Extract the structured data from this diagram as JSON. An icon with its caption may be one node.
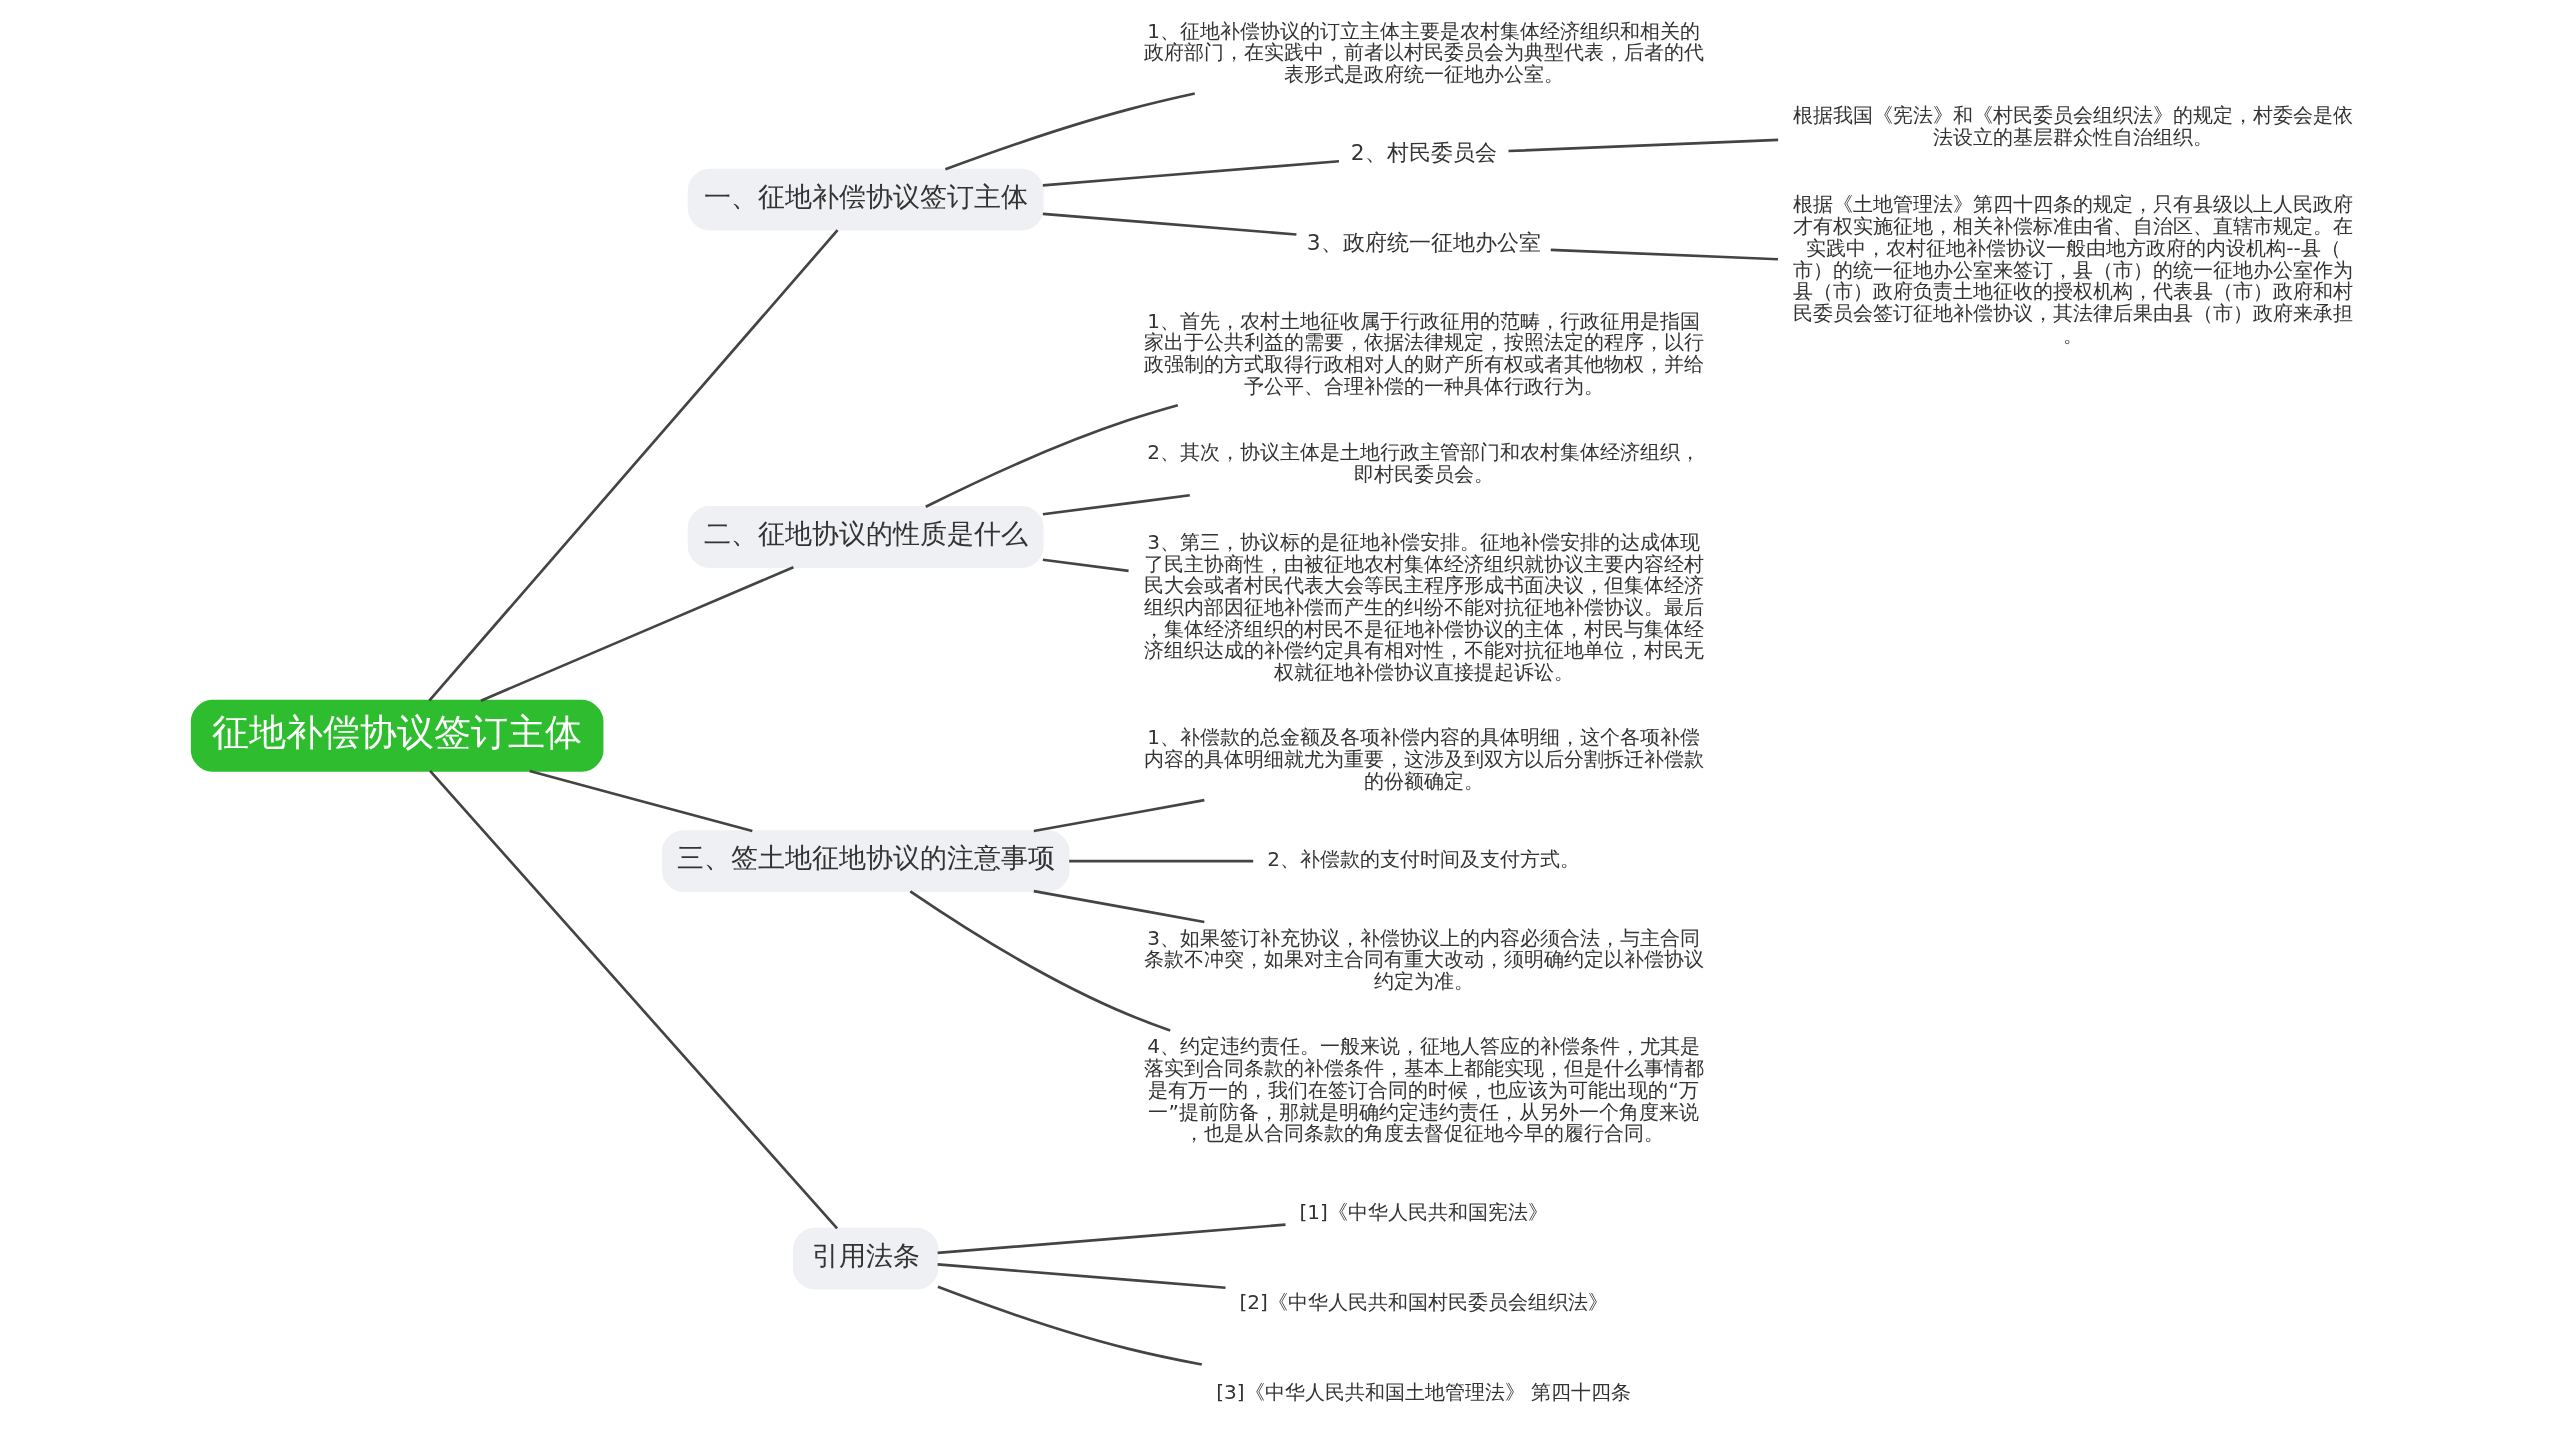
{
  "diagram": {
    "nodes": [
      {
        "text": [
          "征地补偿协议签订主体"
        ]
      },
      {
        "text": [
          "一、征地补偿协议签订主体"
        ]
      },
      {
        "text": [
          "1、征地补偿协议的订立主体主要是农村集体经济组织和相关的政府部门，在实践中，前者以村民委员会为典型代表，后者的代表形式是政府统一征地办公室。"
        ]
      },
      {
        "text": [
          "2、村民委员会"
        ]
      },
      {
        "text": [
          "根据我国《宪法》和《村民委员会组织法》的规定，村委会是依法设立的基层群众性自治组织。"
        ]
      },
      {
        "text": [
          "3、政府统一征地办公室"
        ]
      },
      {
        "text": [
          "根据《土地管理法》第四十四条的规定，只有县级以上人民政府才有权实施征地，相关补偿标准由省、自治区、直辖市规定。在实践中，农村征地补偿协议一般由地方政府的内设机构--县（市）的统一征地办公室来签订，县（市）的统一征地办公室作为县（市）政府负责土地征收的授权机构，代表县（市）政府和村民委员会签订征地补偿协议，其法律后果由县（市）政府来承担。"
        ]
      },
      {
        "text": [
          "二、征地协议的性质是什么"
        ]
      },
      {
        "text": [
          "1、首先，农村土地征收属于行政征用的范畴，行政征用是指国家出于公共利益的需要，依据法律规定，按照法定的程序，以行政强制的方式取得行政相对人的财产所有权或者其他物权，并给予公平、合理补偿的一种具体行政行为。"
        ]
      },
      {
        "text": [
          "2、其次，协议主体是土地行政主管部门和农村集体经济组织，即村民委员会。"
        ]
      },
      {
        "text": [
          "3、第三，协议标的是征地补偿安排。征地补偿安排的达成体现了民主协商性，由被征地农村集体经济组织就协议主要内容经村民大会或者村民代表大会等民主程序形成书面决议，但集体经济组织内部因征地补偿而产生的纠纷不能对抗征地补偿协议。最后，集体经济组织的村民不是征地补偿协议的主体，村民与集体经济组织达成的补偿约定具有相对性，不能对抗征地单位，村民无权就征地补偿协议直接提起诉讼。"
        ]
      },
      {
        "text": [
          "三、签土地征地协议的注意事项"
        ]
      },
      {
        "text": [
          "1、补偿款的总金额及各项补偿内容的具体明细，这个各项补偿内容的具体明细就尤为重要，这涉及到双方以后分割拆迁补偿款的份额确定。"
        ]
      },
      {
        "text": [
          "2、补偿款的支付时间及支付方式。"
        ]
      },
      {
        "text": [
          "3、如果签订补充协议，补偿协议上的内容必须合法，与主合同条款不冲突，如果对主合同有重大改动，须明确约定以补偿协议约定为准。"
        ]
      },
      {
        "text": [
          "4、约定违约责任。一般来说，征地人答应的补偿条件，尤其是落实到合同条款的补偿条件，基本上都能实现，但是什么事情都是有万一的，我们在签订合同的时候，也应该为可能出现的“万一”提前防备，那就是明确约定违约责任，从另外一个角度来说，也是从合同条款的角度去督促征地今早的履行合同。"
        ]
      },
      {
        "text": [
          "引用法条"
        ]
      },
      {
        "text": [
          "[1]《中华人民共和国宪法》"
        ]
      },
      {
        "text": [
          "[2]《中华人民共和国村民委员会组织法》"
        ]
      },
      {
        "text": [
          "[3]《中华人民共和国土地管理法》 第四十四条"
        ]
      }
    ],
    "edges": [
      {
        "from": 0,
        "to": 1,
        "arrow": "none"
      },
      {
        "from": 1,
        "to": 2,
        "arrow": "none"
      },
      {
        "from": 1,
        "to": 3,
        "arrow": "none"
      },
      {
        "from": 3,
        "to": 4,
        "arrow": "none"
      },
      {
        "from": 1,
        "to": 5,
        "arrow": "none"
      },
      {
        "from": 5,
        "to": 6,
        "arrow": "none"
      },
      {
        "from": 0,
        "to": 7,
        "arrow": "none"
      },
      {
        "from": 7,
        "to": 8,
        "arrow": "none"
      },
      {
        "from": 7,
        "to": 9,
        "arrow": "none"
      },
      {
        "from": 7,
        "to": 10,
        "arrow": "none"
      },
      {
        "from": 0,
        "to": 11,
        "arrow": "none"
      },
      {
        "from": 11,
        "to": 12,
        "arrow": "none"
      },
      {
        "from": 11,
        "to": 13,
        "arrow": "none"
      },
      {
        "from": 11,
        "to": 14,
        "arrow": "none"
      },
      {
        "from": 11,
        "to": 15,
        "arrow": "none"
      },
      {
        "from": 0,
        "to": 16,
        "arrow": "none"
      },
      {
        "from": 16,
        "to": 17,
        "arrow": "none"
      },
      {
        "from": 16,
        "to": 18,
        "arrow": "none"
      },
      {
        "from": 16,
        "to": 19,
        "arrow": "none"
      }
    ]
  }
}
